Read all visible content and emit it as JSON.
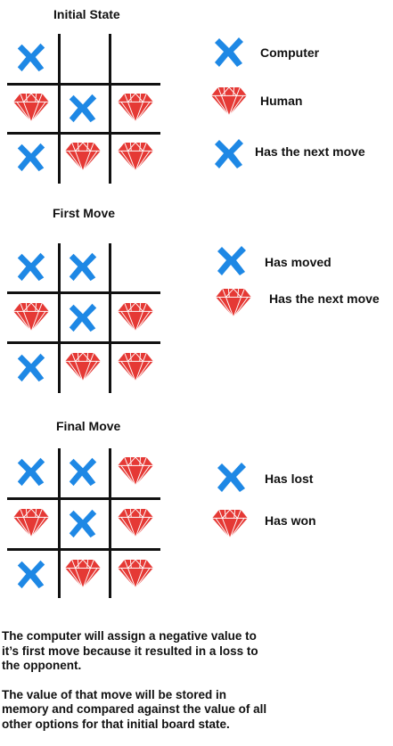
{
  "colors": {
    "x_mark": "#1e88e5",
    "gem": "#e53935",
    "gem_light": "#ffffff",
    "grid": "#111111"
  },
  "sections": [
    {
      "title": "Initial State",
      "board": [
        "x-icon",
        "",
        "",
        "gem-icon",
        "x-icon",
        "gem-icon",
        "x-icon",
        "gem-icon",
        "gem-icon"
      ],
      "legend": [
        {
          "icon": "x-icon",
          "label": "Computer"
        },
        {
          "icon": "gem-icon",
          "label": "Human"
        },
        {
          "icon": "x-icon",
          "label": "Has the next move"
        }
      ]
    },
    {
      "title": "First Move",
      "board": [
        "x-icon",
        "x-icon",
        "",
        "gem-icon",
        "x-icon",
        "gem-icon",
        "x-icon",
        "gem-icon",
        "gem-icon"
      ],
      "legend": [
        {
          "icon": "x-icon",
          "label": "Has moved"
        },
        {
          "icon": "gem-icon",
          "label": "Has the next move"
        }
      ]
    },
    {
      "title": "Final Move",
      "board": [
        "x-icon",
        "x-icon",
        "gem-icon",
        "gem-icon",
        "x-icon",
        "gem-icon",
        "x-icon",
        "gem-icon",
        "gem-icon"
      ],
      "legend": [
        {
          "icon": "x-icon",
          "label": "Has lost"
        },
        {
          "icon": "gem-icon",
          "label": "Has won"
        }
      ]
    }
  ],
  "footer": {
    "paragraph1": "The computer will assign a negative value to it’s first move because it resulted in a loss to the opponent.",
    "paragraph2": "The value of that move will be stored in memory and compared against the value of all other options for that initial board state."
  }
}
